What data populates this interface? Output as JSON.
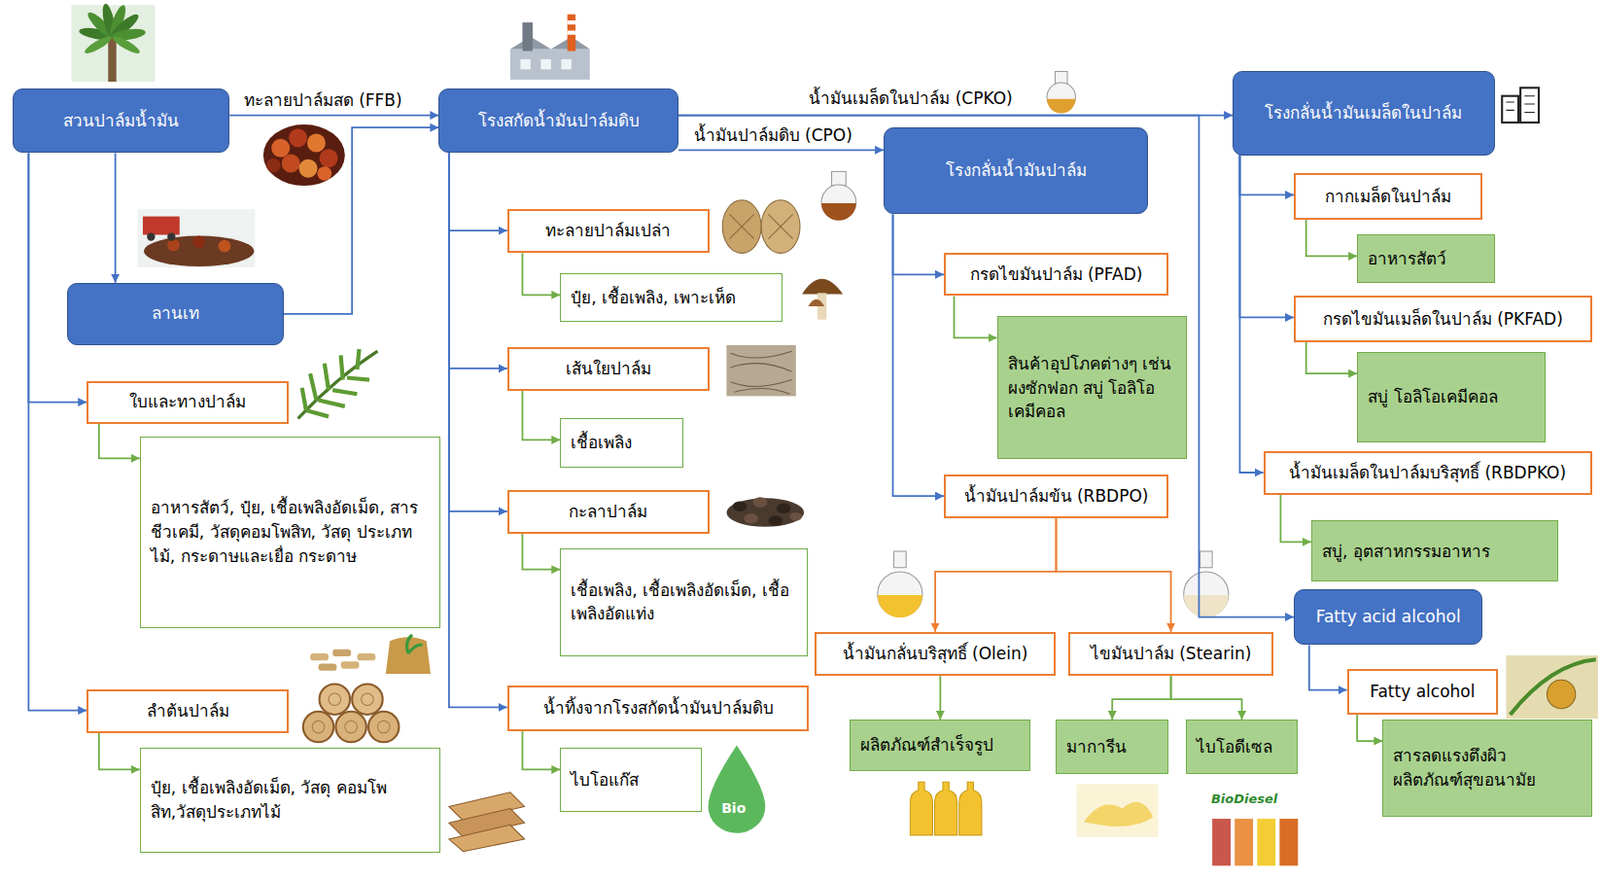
{
  "diagram": {
    "nodes": [
      {
        "text": [
          "สวนปาล์มน้ำมัน"
        ]
      },
      {
        "text": [
          "ลานเท"
        ]
      },
      {
        "text": [
          "ใบและทางปาล์ม"
        ]
      },
      {
        "text": [
          "อาหารสัตว์, ปุ๋ย, เชื้อเพลิงอัดเม็ด, สารชีวเคมี, วัสดุคอมโพสิท, วัสดุ ประเภทไม้, กระดาษและเยื่อ กระดาษ"
        ]
      },
      {
        "text": [
          "ลำต้นปาล์ม"
        ]
      },
      {
        "text": [
          "ปุ๋ย, เชื้อเพลิงอัดเม็ด, วัสดุ คอมโพสิท,วัสดุประเภทไม้"
        ]
      },
      {
        "text": [
          "โรงสกัดน้ำมันปาล์มดิบ"
        ]
      },
      {
        "text": [
          "ทะลายปาล์มเปล่า"
        ]
      },
      {
        "text": [
          "ปุ๋ย, เชื้อเพลิง, เพาะเห็ด"
        ]
      },
      {
        "text": [
          "เส้นใยปาล์ม"
        ]
      },
      {
        "text": [
          "เชื้อเพลิง"
        ]
      },
      {
        "text": [
          "กะลาปาล์ม"
        ]
      },
      {
        "text": [
          "เชื้อเพลิง, เชื้อเพลิงอัดเม็ด, เชื้อเพลิงอัดแท่ง"
        ]
      },
      {
        "text": [
          "น้ำทิ้งจากโรงสกัดน้ำมันปาล์มดิบ"
        ]
      },
      {
        "text": [
          "ไบโอแก๊ส"
        ]
      },
      {
        "text": [
          "โรงกลั่นน้ำมันปาล์ม"
        ]
      },
      {
        "text": [
          "กรดไขมันปาล์ม (PFAD)"
        ]
      },
      {
        "text": [
          "สินค้าอุปโภคต่างๆ เช่น ผงซักฟอก สบู่ โอลิโอเคมีคอล"
        ]
      },
      {
        "text": [
          "น้ำมันปาล์มข้น (RBDPO)"
        ]
      },
      {
        "text": [
          "น้ำมันกลั่นบริสุทธิ์ (Olein)"
        ]
      },
      {
        "text": [
          "ผลิตภัณฑ์สำเร็จรูป"
        ]
      },
      {
        "text": [
          "ไขมันปาล์ม (Stearin)"
        ]
      },
      {
        "text": [
          "มาการีน"
        ]
      },
      {
        "text": [
          "ไบโอดีเซล"
        ]
      },
      {
        "text": [
          "โรงกลั่นน้ำมันเมล็ดในปาล์ม"
        ]
      },
      {
        "text": [
          "กากเมล็ดในปาล์ม"
        ]
      },
      {
        "text": [
          "อาหารสัตว์"
        ]
      },
      {
        "text": [
          "กรดไขมันเมล็ดในปาล์ม (PKFAD)"
        ]
      },
      {
        "text": [
          "สบู่ โอลิโอเคมีคอล"
        ]
      },
      {
        "text": [
          "น้ำมันเมล็ดในปาล์มบริสุทธิ์ (RBDPKO)"
        ]
      },
      {
        "text": [
          "สบู่, อุตสาหกรรมอาหาร"
        ]
      },
      {
        "text": [
          "Fatty acid alcohol"
        ]
      },
      {
        "text": [
          "Fatty alcohol"
        ]
      },
      {
        "text": [
          "สารลดแรงตึงผิว ผลิตภัณฑ์สุขอนามัย"
        ]
      }
    ],
    "edges": [
      {
        "from": 0,
        "to": 6,
        "label": "ทะลายปาล์มสด (FFB)",
        "arrow": "to"
      },
      {
        "from": 0,
        "to": 1,
        "arrow": "to"
      },
      {
        "from": 1,
        "to": 6,
        "arrow": "to"
      },
      {
        "from": 0,
        "to": 2,
        "arrow": "to"
      },
      {
        "from": 0,
        "to": 4,
        "arrow": "to"
      },
      {
        "from": 2,
        "to": 3,
        "arrow": "to"
      },
      {
        "from": 4,
        "to": 5,
        "arrow": "to"
      },
      {
        "from": 6,
        "to": 24,
        "label": "น้ำมันเมล็ดในปาล์ม (CPKO)",
        "arrow": "to"
      },
      {
        "from": 6,
        "to": 15,
        "label": "น้ำมันปาล์มดิบ (CPO)",
        "arrow": "to"
      },
      {
        "from": 6,
        "to": 31,
        "arrow": "to"
      },
      {
        "from": 6,
        "to": 7,
        "arrow": "to"
      },
      {
        "from": 6,
        "to": 9,
        "arrow": "to"
      },
      {
        "from": 6,
        "to": 11,
        "arrow": "to"
      },
      {
        "from": 6,
        "to": 13,
        "arrow": "to"
      },
      {
        "from": 7,
        "to": 8,
        "arrow": "to"
      },
      {
        "from": 9,
        "to": 10,
        "arrow": "to"
      },
      {
        "from": 11,
        "to": 12,
        "arrow": "to"
      },
      {
        "from": 13,
        "to": 14,
        "arrow": "to"
      },
      {
        "from": 15,
        "to": 16,
        "arrow": "to"
      },
      {
        "from": 15,
        "to": 18,
        "arrow": "to"
      },
      {
        "from": 16,
        "to": 17,
        "arrow": "to"
      },
      {
        "from": 18,
        "to": 19,
        "arrow": "to"
      },
      {
        "from": 18,
        "to": 21,
        "arrow": "to"
      },
      {
        "from": 19,
        "to": 20,
        "arrow": "to"
      },
      {
        "from": 21,
        "to": 22,
        "arrow": "to"
      },
      {
        "from": 21,
        "to": 23,
        "arrow": "to"
      },
      {
        "from": 24,
        "to": 25,
        "arrow": "to"
      },
      {
        "from": 24,
        "to": 27,
        "arrow": "to"
      },
      {
        "from": 24,
        "to": 29,
        "arrow": "to"
      },
      {
        "from": 25,
        "to": 26,
        "arrow": "to"
      },
      {
        "from": 27,
        "to": 28,
        "arrow": "to"
      },
      {
        "from": 29,
        "to": 30,
        "arrow": "to"
      },
      {
        "from": 31,
        "to": 32,
        "arrow": "to"
      },
      {
        "from": 32,
        "to": 33,
        "arrow": "to"
      }
    ],
    "labels": [
      "Bio",
      "BioDiesel"
    ]
  }
}
